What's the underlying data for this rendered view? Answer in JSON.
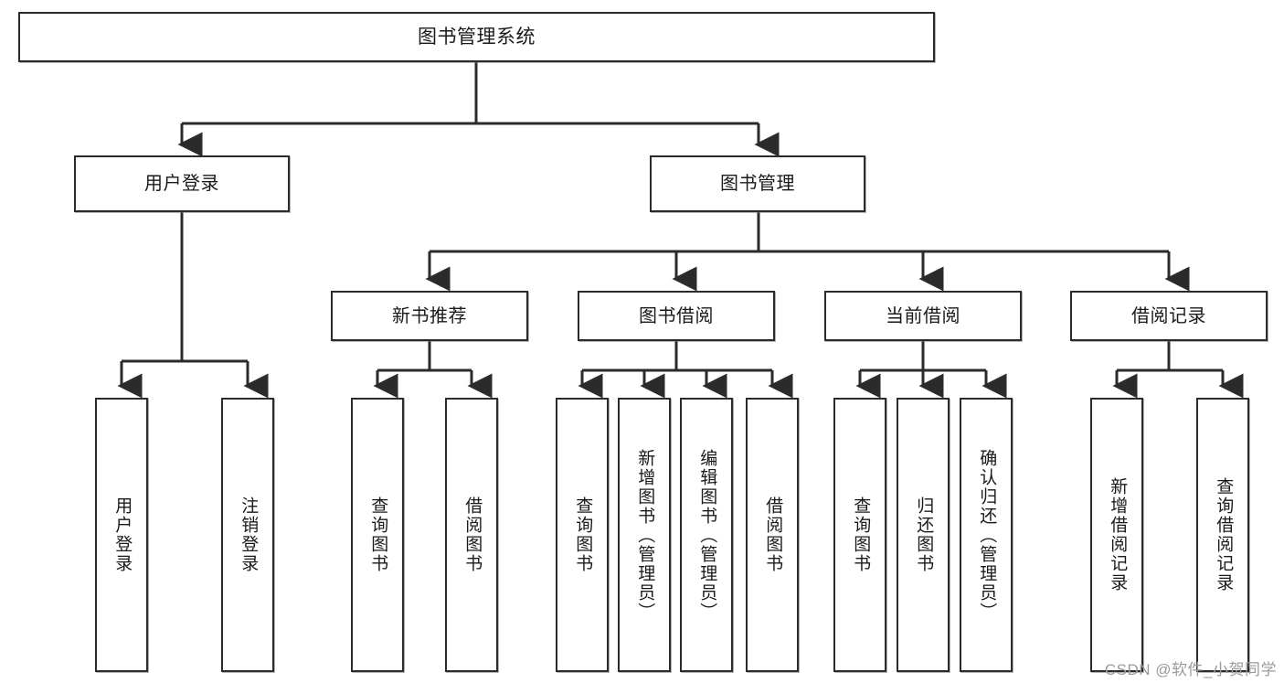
{
  "diagram": {
    "title": "图书管理系统",
    "root": {
      "label": "图书管理系统"
    },
    "level2": [
      {
        "label": "用户登录"
      },
      {
        "label": "图书管理"
      }
    ],
    "level3": [
      {
        "label": "新书推荐"
      },
      {
        "label": "图书借阅"
      },
      {
        "label": "当前借阅"
      },
      {
        "label": "借阅记录"
      }
    ],
    "leaves": [
      {
        "label": "用户登录"
      },
      {
        "label": "注销登录"
      },
      {
        "label": "查询图书"
      },
      {
        "label": "借阅图书"
      },
      {
        "label": "查询图书"
      },
      {
        "label": "新增图书（管理员）"
      },
      {
        "label": "编辑图书（管理员）"
      },
      {
        "label": "借阅图书"
      },
      {
        "label": "查询图书"
      },
      {
        "label": "归还图书"
      },
      {
        "label": "确认归还（管理员）"
      },
      {
        "label": "新增借阅记录"
      },
      {
        "label": "查询借阅记录"
      }
    ]
  },
  "watermark": {
    "text": "CSDN @软件_小贺同学"
  },
  "colors": {
    "border": "#2b2b2b",
    "background": "#ffffff",
    "text": "#1a1a1a",
    "watermark": "#9b9b9b"
  }
}
